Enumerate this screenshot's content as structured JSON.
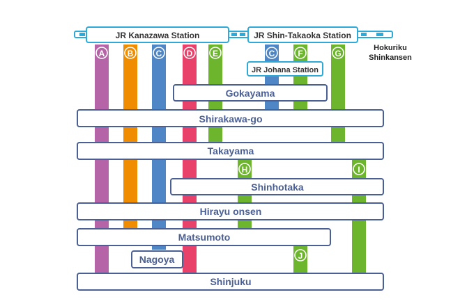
{
  "colors": {
    "navy": "#4a5f94",
    "station_border": "#2eaad8",
    "shinkansen_fill": "#2eaad8",
    "badge_text_fill": "#ffffff"
  },
  "shinkansen": {
    "label_line1": "Hokuriku",
    "label_line2": "Shinkansen"
  },
  "stations": [
    {
      "id": "kanazawa",
      "label": "JR Kanazawa Station"
    },
    {
      "id": "shin-takaoka",
      "label": "JR Shin-Takaoka Station"
    },
    {
      "id": "johana",
      "label": "JR Johana Station"
    }
  ],
  "destinations": [
    {
      "id": "gokayama",
      "label": "Gokayama"
    },
    {
      "id": "shirakawa-go",
      "label": "Shirakawa-go"
    },
    {
      "id": "takayama",
      "label": "Takayama"
    },
    {
      "id": "shinhotaka",
      "label": "Shinhotaka"
    },
    {
      "id": "hirayu-onsen",
      "label": "Hirayu onsen"
    },
    {
      "id": "matsumoto",
      "label": "Matsumoto"
    },
    {
      "id": "nagoya",
      "label": "Nagoya"
    },
    {
      "id": "shinjuku",
      "label": "Shinjuku"
    }
  ],
  "routes": [
    {
      "letter": "A",
      "color": "#b565a7"
    },
    {
      "letter": "B",
      "color": "#f08c00"
    },
    {
      "letter": "C",
      "color": "#4f86c6"
    },
    {
      "letter": "D",
      "color": "#e8416a"
    },
    {
      "letter": "E",
      "color": "#6cb52d"
    },
    {
      "letter": "C",
      "color": "#4f86c6"
    },
    {
      "letter": "F",
      "color": "#6cb52d"
    },
    {
      "letter": "G",
      "color": "#6cb52d"
    },
    {
      "letter": "H",
      "color": "#6cb52d"
    },
    {
      "letter": "I",
      "color": "#6cb52d"
    },
    {
      "letter": "J",
      "color": "#6cb52d"
    }
  ]
}
